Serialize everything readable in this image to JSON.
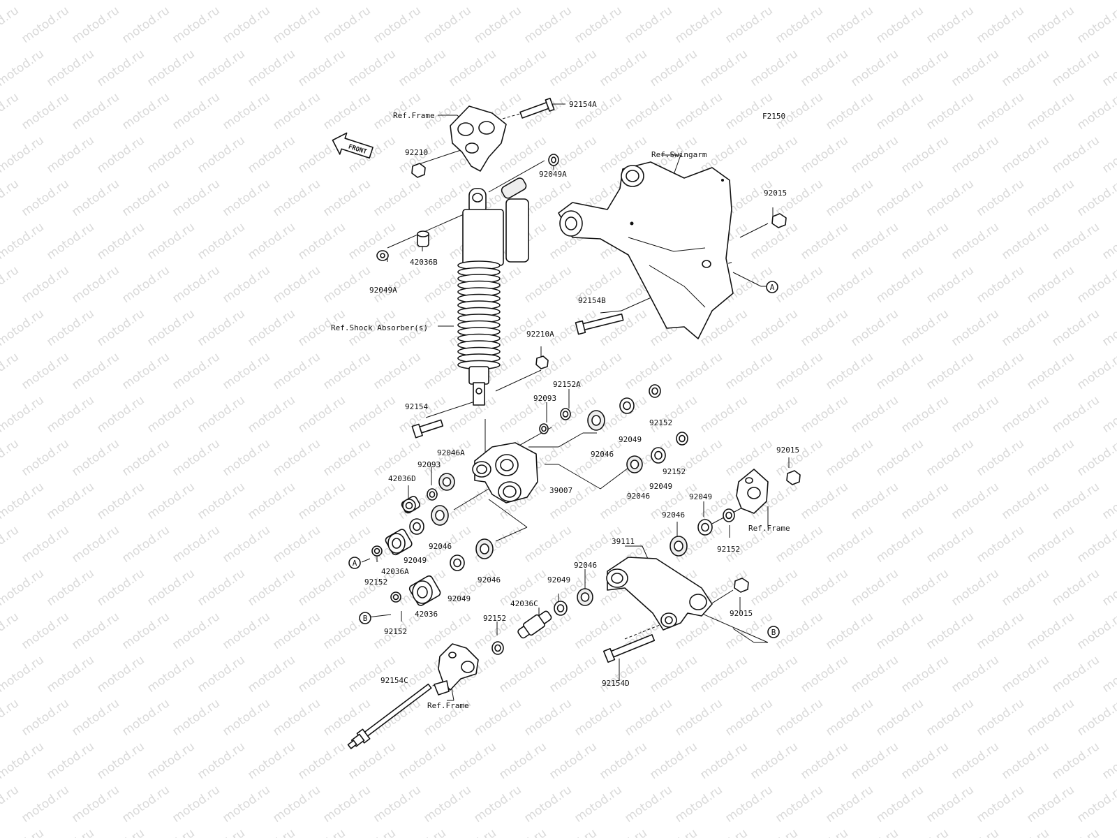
{
  "diagram_code": "F2150",
  "watermark_text": "motod.ru",
  "front_arrow_text": "FRONT",
  "colors": {
    "line": "#111111",
    "watermark": "#d9d9d9",
    "background": "#ffffff"
  },
  "references": {
    "frame_top": "Ref.Frame",
    "swingarm": "Ref.Swingarm",
    "shock": "Ref.Shock Absorber(s)",
    "frame_right": "Ref.Frame",
    "frame_bottom": "Ref.Frame"
  },
  "parts": {
    "p92154A": "92154A",
    "p92210": "92210",
    "p92049A_top": "92049A",
    "p42036B": "42036B",
    "p92049A_left": "92049A",
    "p92015_top": "92015",
    "p92154B": "92154B",
    "p92210A": "92210A",
    "p92152A": "92152A",
    "p92093_top": "92093",
    "p92154": "92154",
    "p92049_a": "92049",
    "p92152_a": "92152",
    "p92046_a": "92046",
    "p92046A": "92046A",
    "p92093_left": "92093",
    "p42036D": "42036D",
    "p39007": "39007",
    "p92152_b": "92152",
    "p92049_b": "92049",
    "p92046_b": "92046",
    "p92015_right": "92015",
    "p92049_c": "92049",
    "p92046_c": "92046",
    "p92152_c": "92152",
    "p92046_d": "92046",
    "p92049_d": "92049",
    "p42036A": "42036A",
    "p92152_d": "92152",
    "p92046_e": "92046",
    "p92049_e": "92049",
    "p39111": "39111",
    "p92046_f": "92046",
    "p92049_f": "92049",
    "p42036C": "42036C",
    "p92015_bottom": "92015",
    "p42036": "42036",
    "p92152_e": "92152",
    "p92152_f": "92152",
    "p92154C": "92154C",
    "p92154D": "92154D"
  },
  "callouts": {
    "a1": "A",
    "a2": "A",
    "b1": "B",
    "b2": "B"
  }
}
